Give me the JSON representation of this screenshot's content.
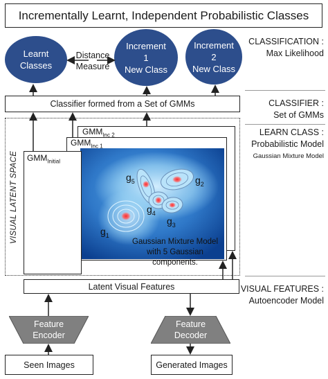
{
  "title": "Incrementally Learnt, Independent Probabilistic Classes",
  "classes": {
    "learnt": [
      "Learnt",
      "Classes"
    ],
    "increment1": [
      "Increment",
      "1",
      "New Class"
    ],
    "increment2": [
      "Increment",
      "2",
      "New Class"
    ]
  },
  "distance_measure": [
    "Distance",
    "Measure"
  ],
  "classifier_box": "Classifier formed from a Set of GMMs",
  "latent_features_box": "Latent Visual Features",
  "visual_latent_space": "VISUAL LATENT SPACE",
  "gmm": {
    "initial": "GMM",
    "initial_sub": "Initial",
    "inc1": "GMM",
    "inc1_sub": "Inc 1",
    "inc2": "GMM",
    "inc2_sub": "Inc 2"
  },
  "gaussian_labels": [
    {
      "name": "g",
      "sub": "1"
    },
    {
      "name": "g",
      "sub": "2"
    },
    {
      "name": "g",
      "sub": "3"
    },
    {
      "name": "g",
      "sub": "4"
    },
    {
      "name": "g",
      "sub": "5"
    }
  ],
  "gmm_caption": [
    "Gaussian Mixture Model",
    "with 5 Gaussian components."
  ],
  "encoder": [
    "Feature",
    "Encoder"
  ],
  "decoder": [
    "Feature",
    "Decoder"
  ],
  "seen_images": "Seen Images",
  "generated_images": "Generated Images",
  "side_labels": {
    "classification": [
      "CLASSIFICATION :",
      "Max Likelihood"
    ],
    "classifier": [
      "CLASSIFIER :",
      "Set of GMMs"
    ],
    "learn_class": [
      "LEARN CLASS :",
      "Probabilistic Model",
      "Gaussian Mixture Model"
    ],
    "visual_features": [
      "VISUAL FEATURES :",
      "Autoencoder Model"
    ]
  },
  "colors": {
    "class_ellipse": "#2d4e8c",
    "trapezoid": "#808080",
    "heatmap_dark": "#0b3f8f",
    "heatmap_light": "#9fd6f5",
    "gaussian_center": "#ff2a2a"
  }
}
